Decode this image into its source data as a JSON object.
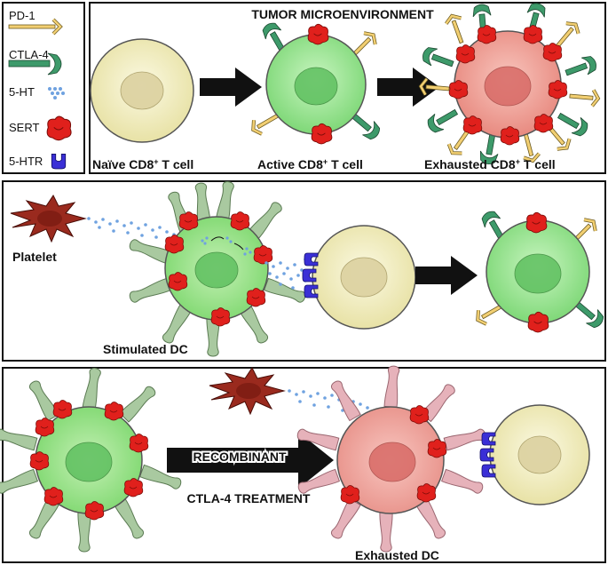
{
  "legend": {
    "items": [
      {
        "label": "PD-1",
        "icon": "pd1-receptor-icon",
        "color": "#f2cf72"
      },
      {
        "label": "CTLA-4",
        "icon": "ctla4-receptor-icon",
        "color": "#3d9a6a"
      },
      {
        "label": "5-HT",
        "icon": "serotonin-dots-icon",
        "color": "#6fa2e0"
      },
      {
        "label": "SERT",
        "icon": "sert-transporter-icon",
        "color": "#e0201c"
      },
      {
        "label": "5-HTR",
        "icon": "5htr-receptor-icon",
        "color": "#3a2fd6"
      }
    ]
  },
  "panel1": {
    "title": "TUMOR MICROENVIRONMENT",
    "naive_label": "Naïve CD8",
    "active_label": "Active CD8",
    "exhausted_label": "Exhausted CD8",
    "superscript": "+",
    "suffix": " T cell"
  },
  "panel2": {
    "platelet_label": "Platelet",
    "dc_label": "Stimulated DC"
  },
  "panel3": {
    "treatment_line1": "RECOMBINANT",
    "treatment_line2": "CTLA-4 TREATMENT",
    "dc_label": "Exhausted DC"
  },
  "colors": {
    "naive_fill": "#f3f0c8",
    "active_fill": "#a8e8a0",
    "exhausted_fill": "#f2a8a0",
    "dc_body": "#8fd880",
    "dc_arm": "#a8c8a0",
    "exhausted_dc_body": "#f0a8a0",
    "platelet": "#9a2a1e"
  }
}
